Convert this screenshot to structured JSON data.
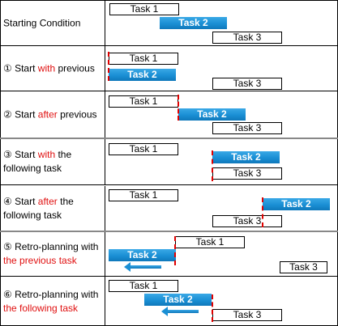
{
  "rows": [
    {
      "label": [
        {
          "t": "Starting Condition",
          "red": false
        }
      ],
      "tasks": [
        "Task 1",
        "Task 2",
        "Task 3"
      ]
    },
    {
      "label": [
        {
          "t": "① Start ",
          "red": false
        },
        {
          "t": "with",
          "red": true
        },
        {
          "t": " previous",
          "red": false
        }
      ],
      "tasks": [
        "Task 1",
        "Task 2",
        "Task 3"
      ]
    },
    {
      "label": [
        {
          "t": "② Start ",
          "red": false
        },
        {
          "t": "after",
          "red": true
        },
        {
          "t": " previous",
          "red": false
        }
      ],
      "tasks": [
        "Task 1",
        "Task 2",
        "Task 3"
      ]
    },
    {
      "label": [
        {
          "t": "③ Start ",
          "red": false
        },
        {
          "t": "with",
          "red": true
        },
        {
          "t": " the following task",
          "red": false
        }
      ],
      "tasks": [
        "Task 1",
        "Task 2",
        "Task 3"
      ]
    },
    {
      "label": [
        {
          "t": "④ Start ",
          "red": false
        },
        {
          "t": "after",
          "red": true
        },
        {
          "t": " the following task",
          "red": false
        }
      ],
      "tasks": [
        "Task 1",
        "Task 2",
        "Task 3"
      ]
    },
    {
      "label": [
        {
          "t": "⑤ Retro-planning with ",
          "red": false
        },
        {
          "t": "the previous task",
          "red": true
        }
      ],
      "tasks": [
        "Task 1",
        "Task 2",
        "Task 3"
      ]
    },
    {
      "label": [
        {
          "t": "⑥ Retro-planning with ",
          "red": false
        },
        {
          "t": "the following task",
          "red": true
        }
      ],
      "tasks": [
        "Task 1",
        "Task 2",
        "Task 3"
      ]
    }
  ],
  "colors": {
    "task_blue": "#1a8fd4",
    "dependency_red": "#e00000",
    "highlight_text": "#e01010"
  }
}
